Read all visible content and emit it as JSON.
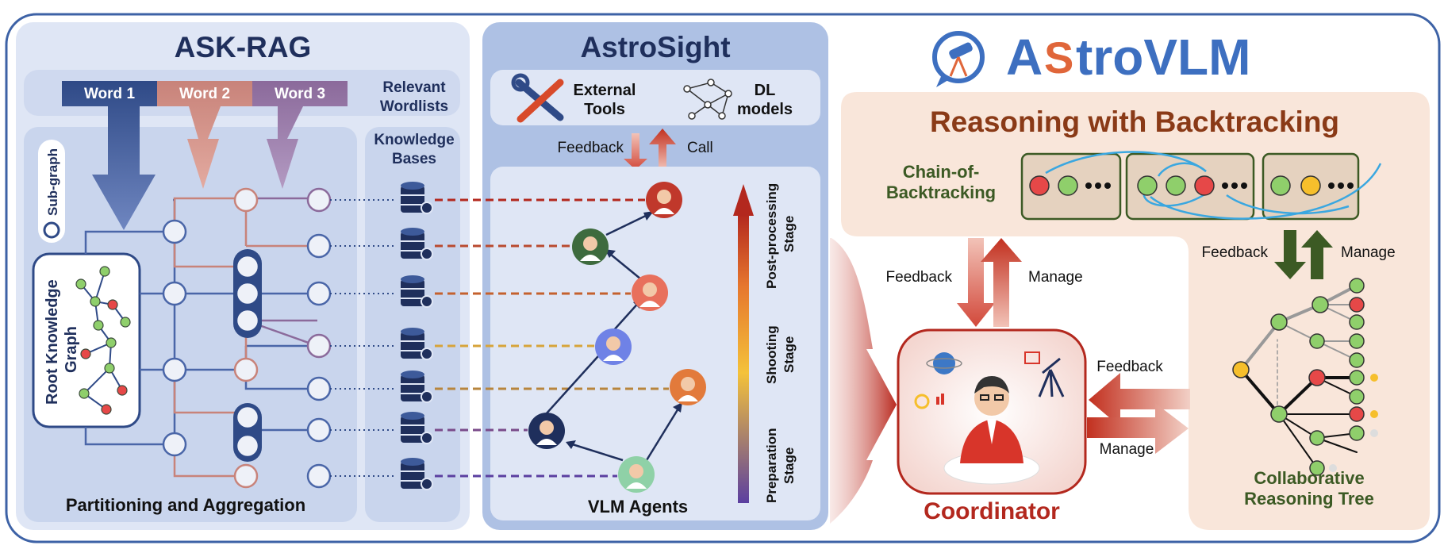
{
  "ask_rag": {
    "title": "ASK-RAG",
    "words": [
      "Word 1",
      "Word 2",
      "Word 3"
    ],
    "relevant_wordlists": [
      "Relevant",
      "Wordlists"
    ],
    "knowledge_bases": [
      "Knowledge",
      "Bases"
    ],
    "subgraph_label": "Sub-graph",
    "root_graph": [
      "Root Knowledge",
      "Graph"
    ],
    "footer": "Partitioning and Aggregation"
  },
  "astrosight": {
    "title": "AstroSight",
    "tools": [
      "External",
      "Tools"
    ],
    "dl": [
      "DL",
      "models"
    ],
    "feedback": "Feedback",
    "call": "Call",
    "agents_label": "VLM Agents",
    "stages": [
      [
        "Post-processing",
        "Stage"
      ],
      [
        "Shooting",
        "Stage"
      ],
      [
        "Preparation",
        "Stage"
      ]
    ]
  },
  "astrovlm": {
    "logo_prefix": "A",
    "logo_glyph": "S",
    "logo_suffix": "troVLM",
    "reasoning_title": "Reasoning with Backtracking",
    "chain": [
      "Chain-of-",
      "Backtracking"
    ],
    "feedback_left": "Feedback",
    "manage_left": "Manage",
    "feedback_right": "Feedback",
    "manage_right": "Manage",
    "feedback_tree": "Feedback",
    "manage_tree": "Manage",
    "coordinator": "Coordinator",
    "tree_label": [
      "Collaborative",
      "Reasoning Tree"
    ]
  },
  "colors": {
    "panel_blue": "#dfe6f5",
    "dark_blue": "#2f4a87",
    "title_navy": "#1f2f5c",
    "peach": "#f9e6da",
    "crimson": "#b3281e",
    "green_text": "#3c5a24",
    "node_green": "#8fcf6b",
    "node_red": "#e64848",
    "node_yellow": "#f6bf2c"
  }
}
